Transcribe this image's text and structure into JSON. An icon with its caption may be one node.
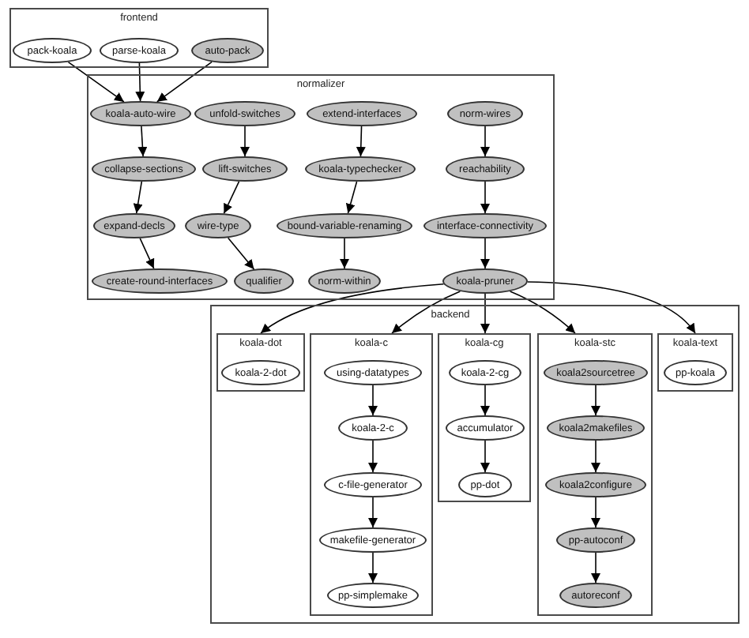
{
  "diagram": {
    "nodes": [
      {
        "text": [
          "frontend"
        ]
      },
      {
        "text": [
          "pack-koala"
        ],
        "in": 0
      },
      {
        "text": [
          "parse-koala"
        ],
        "in": 0
      },
      {
        "text": [
          "auto-pack"
        ],
        "in": 0
      },
      {
        "text": [
          "normalizer"
        ]
      },
      {
        "text": [
          "koala-auto-wire"
        ],
        "in": 4
      },
      {
        "text": [
          "unfold-switches"
        ],
        "in": 4
      },
      {
        "text": [
          "extend-interfaces"
        ],
        "in": 4
      },
      {
        "text": [
          "norm-wires"
        ],
        "in": 4
      },
      {
        "text": [
          "collapse-sections"
        ],
        "in": 4
      },
      {
        "text": [
          "lift-switches"
        ],
        "in": 4
      },
      {
        "text": [
          "koala-typechecker"
        ],
        "in": 4
      },
      {
        "text": [
          "reachability"
        ],
        "in": 4
      },
      {
        "text": [
          "expand-decls"
        ],
        "in": 4
      },
      {
        "text": [
          "wire-type"
        ],
        "in": 4
      },
      {
        "text": [
          "bound-variable-renaming"
        ],
        "in": 4
      },
      {
        "text": [
          "interface-connectivity"
        ],
        "in": 4
      },
      {
        "text": [
          "create-round-interfaces"
        ],
        "in": 4
      },
      {
        "text": [
          "qualifier"
        ],
        "in": 4
      },
      {
        "text": [
          "norm-within"
        ],
        "in": 4
      },
      {
        "text": [
          "koala-pruner"
        ],
        "in": 4
      },
      {
        "text": [
          "backend"
        ]
      },
      {
        "text": [
          "koala-dot"
        ],
        "in": 21
      },
      {
        "text": [
          "koala-2-dot"
        ],
        "in": 22
      },
      {
        "text": [
          "koala-c"
        ],
        "in": 21
      },
      {
        "text": [
          "using-datatypes"
        ],
        "in": 24
      },
      {
        "text": [
          "koala-2-c"
        ],
        "in": 24
      },
      {
        "text": [
          "c-file-generator"
        ],
        "in": 24
      },
      {
        "text": [
          "makefile-generator"
        ],
        "in": 24
      },
      {
        "text": [
          "pp-simplemake"
        ],
        "in": 24
      },
      {
        "text": [
          "koala-cg"
        ],
        "in": 21
      },
      {
        "text": [
          "koala-2-cg"
        ],
        "in": 30
      },
      {
        "text": [
          "accumulator"
        ],
        "in": 30
      },
      {
        "text": [
          "pp-dot"
        ],
        "in": 30
      },
      {
        "text": [
          "koala-stc"
        ],
        "in": 21
      },
      {
        "text": [
          "koala2sourcetree"
        ],
        "in": 34
      },
      {
        "text": [
          "koala2makefiles"
        ],
        "in": 34
      },
      {
        "text": [
          "koala2configure"
        ],
        "in": 34
      },
      {
        "text": [
          "pp-autoconf"
        ],
        "in": 34
      },
      {
        "text": [
          "autoreconf"
        ],
        "in": 34
      },
      {
        "text": [
          "koala-text"
        ],
        "in": 21
      },
      {
        "text": [
          "pp-koala"
        ],
        "in": 40
      }
    ],
    "edges": [
      {
        "from": 1,
        "to": 5,
        "arrow": "to"
      },
      {
        "from": 2,
        "to": 5,
        "arrow": "to"
      },
      {
        "from": 3,
        "to": 5,
        "arrow": "to"
      },
      {
        "from": 5,
        "to": 9,
        "arrow": "to"
      },
      {
        "from": 9,
        "to": 13,
        "arrow": "to"
      },
      {
        "from": 13,
        "to": 17,
        "arrow": "to"
      },
      {
        "from": 6,
        "to": 10,
        "arrow": "to"
      },
      {
        "from": 10,
        "to": 14,
        "arrow": "to"
      },
      {
        "from": 14,
        "to": 18,
        "arrow": "to"
      },
      {
        "from": 7,
        "to": 11,
        "arrow": "to"
      },
      {
        "from": 11,
        "to": 15,
        "arrow": "to"
      },
      {
        "from": 15,
        "to": 19,
        "arrow": "to"
      },
      {
        "from": 8,
        "to": 12,
        "arrow": "to"
      },
      {
        "from": 12,
        "to": 16,
        "arrow": "to"
      },
      {
        "from": 16,
        "to": 20,
        "arrow": "to"
      },
      {
        "from": 20,
        "to": 22,
        "arrow": "to"
      },
      {
        "from": 20,
        "to": 24,
        "arrow": "to"
      },
      {
        "from": 20,
        "to": 30,
        "arrow": "to"
      },
      {
        "from": 20,
        "to": 34,
        "arrow": "to"
      },
      {
        "from": 20,
        "to": 40,
        "arrow": "to"
      },
      {
        "from": 25,
        "to": 26,
        "arrow": "to"
      },
      {
        "from": 26,
        "to": 27,
        "arrow": "to"
      },
      {
        "from": 27,
        "to": 28,
        "arrow": "to"
      },
      {
        "from": 28,
        "to": 29,
        "arrow": "to"
      },
      {
        "from": 31,
        "to": 32,
        "arrow": "to"
      },
      {
        "from": 32,
        "to": 33,
        "arrow": "to"
      },
      {
        "from": 35,
        "to": 36,
        "arrow": "to"
      },
      {
        "from": 36,
        "to": 37,
        "arrow": "to"
      },
      {
        "from": 37,
        "to": 38,
        "arrow": "to"
      },
      {
        "from": 38,
        "to": 39,
        "arrow": "to"
      }
    ]
  }
}
